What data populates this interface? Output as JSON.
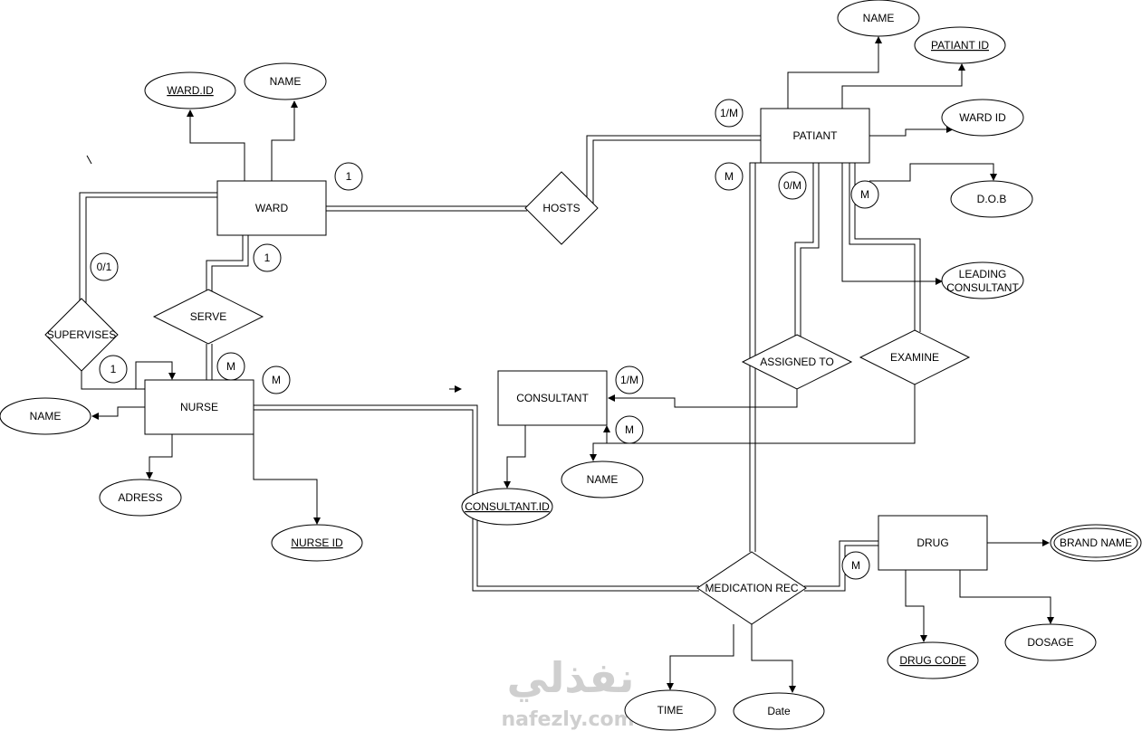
{
  "entities": {
    "ward": "WARD",
    "nurse": "NURSE",
    "patient": "PATIANT",
    "consultant": "CONSULTANT",
    "drug": "DRUG"
  },
  "relationships": {
    "hosts": "HOSTS",
    "serve": "SERVE",
    "supervises": "SUPERVISES",
    "assigned_to": "ASSIGNED TO",
    "examine": "EXAMINE",
    "medication_rec": "MEDICATION REC"
  },
  "attributes": {
    "ward_id": "WARD.ID",
    "ward_name": "NAME",
    "patient_name": "NAME",
    "patient_id": "PATIANT ID",
    "patient_ward_id": "WARD ID",
    "patient_dob": "D.O.B",
    "leading_consultant_1": "LEADING",
    "leading_consultant_2": "CONSULTANT",
    "nurse_name": "NAME",
    "nurse_address": "ADRESS",
    "nurse_id": "NURSE ID",
    "consultant_id": "CONSULTANT.ID",
    "consultant_name": "NAME",
    "brand_name": "BRAND NAME",
    "drug_code": "DRUG CODE",
    "dosage": "DOSAGE",
    "time": "TIME",
    "date": "Date"
  },
  "cardinalities": {
    "ward_hosts": "1",
    "patient_hosts_1m": "1/M",
    "patient_hosts_m": "M",
    "ward_serve": "1",
    "nurse_serve": "M",
    "nurse_medication": "M",
    "ward_supervises": "0/1",
    "nurse_supervises": "1",
    "patient_assigned": "0/M",
    "patient_examine": "M",
    "consultant_assigned": "1/M",
    "consultant_examine": "M",
    "drug_medication": "M"
  },
  "watermark": {
    "arabic": "نفذلي",
    "latin": "nafezly.com"
  }
}
